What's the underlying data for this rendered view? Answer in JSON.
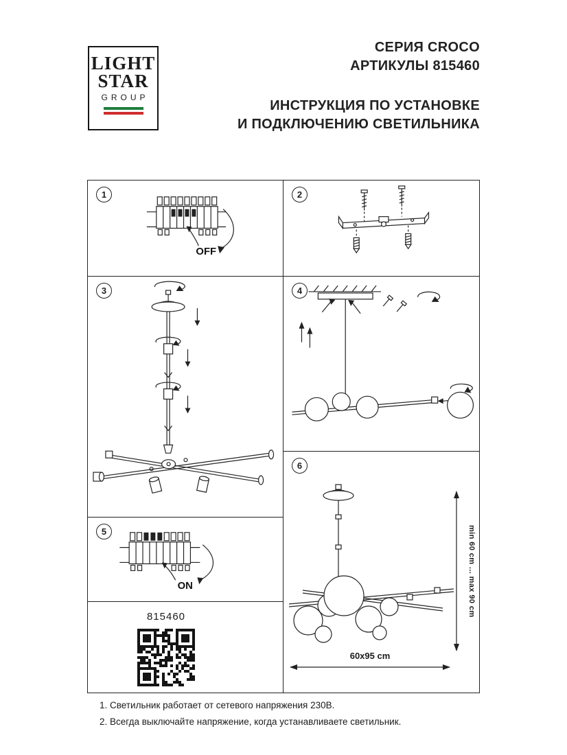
{
  "logo": {
    "line1": "LIGHT",
    "line2": "STAR",
    "line3": "GROUP",
    "flag_colors": [
      "#1e7d3c",
      "#ffffff",
      "#cf2e2e"
    ]
  },
  "header": {
    "series": "СЕРИЯ CROCO",
    "articles": "АРТИКУЛЫ 815460",
    "title_line1": "ИНСТРУКЦИЯ ПО УСТАНОВКЕ",
    "title_line2": "И ПОДКЛЮЧЕНИЮ СВЕТИЛЬНИКА"
  },
  "steps": {
    "s1": {
      "num": "1",
      "label": "OFF"
    },
    "s2": {
      "num": "2"
    },
    "s3": {
      "num": "3"
    },
    "s4": {
      "num": "4"
    },
    "s5": {
      "num": "5",
      "label": "ON"
    },
    "s6": {
      "num": "6",
      "dim_vertical": "min 60 cm ... max 90 cm",
      "dim_horizontal": "60x95 cm"
    }
  },
  "article_cell": {
    "number": "815460"
  },
  "footer_notes": {
    "note1": "1. Светильник работает от сетевого напряжения 230В.",
    "note2": "2. Всегда выключайте напряжение, когда устанавливаете светильник."
  },
  "colors": {
    "ink": "#1f1f1f",
    "border": "#222222",
    "flag_green": "#1e7d3c",
    "flag_red": "#cf2e2e"
  }
}
